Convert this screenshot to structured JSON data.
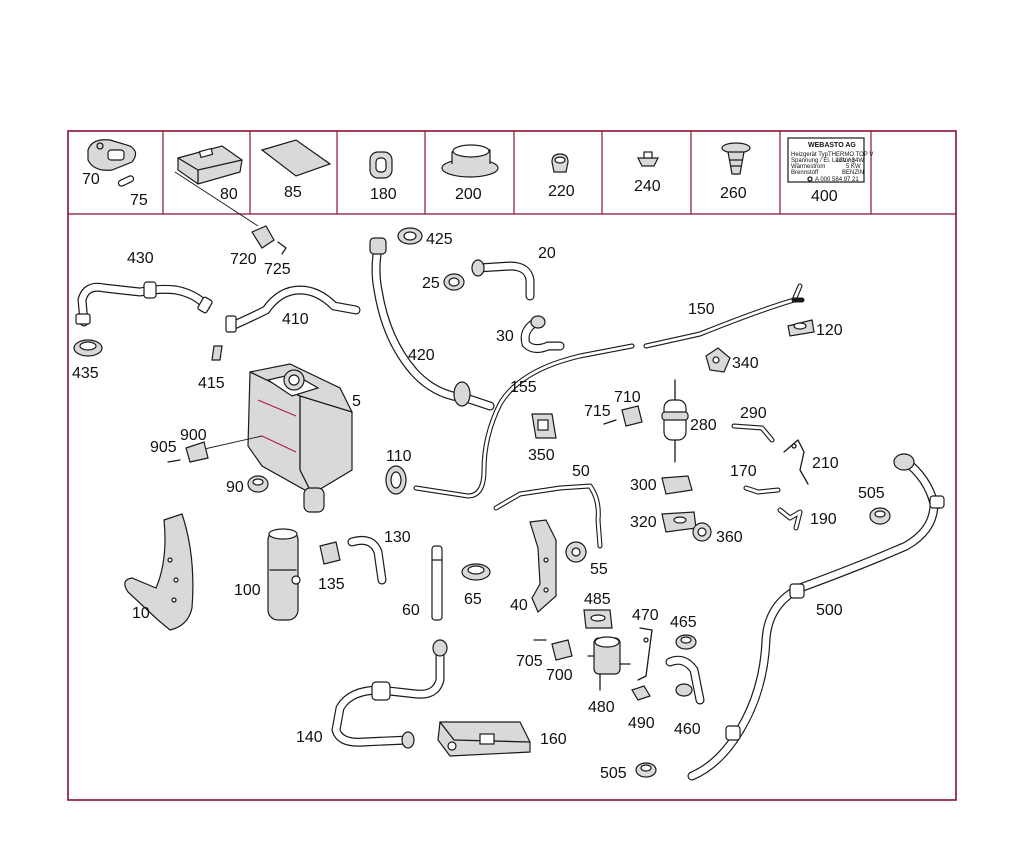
{
  "callouts": {
    "c70": "70",
    "c75": "75",
    "c80": "80",
    "c85": "85",
    "c180": "180",
    "c200": "200",
    "c220": "220",
    "c240": "240",
    "c260": "260",
    "c400": "400",
    "c720": "720",
    "c725": "725",
    "c430": "430",
    "c435": "435",
    "c410": "410",
    "c415": "415",
    "c425": "425",
    "c25": "25",
    "c20": "20",
    "c30": "30",
    "c420": "420",
    "c150": "150",
    "c120": "120",
    "c340": "340",
    "c155": "155",
    "c5": "5",
    "c905": "905",
    "c900": "900",
    "c90": "90",
    "c110": "110",
    "c715": "715",
    "c710": "710",
    "c280": "280",
    "c290": "290",
    "c350": "350",
    "c170": "170",
    "c210": "210",
    "c505a": "505",
    "c300": "300",
    "c190": "190",
    "c320": "320",
    "c360": "360",
    "c50": "50",
    "c10": "10",
    "c100": "100",
    "c135": "135",
    "c130": "130",
    "c60": "60",
    "c65": "65",
    "c40": "40",
    "c55": "55",
    "c485": "485",
    "c470": "470",
    "c465": "465",
    "c500": "500",
    "c705": "705",
    "c700": "700",
    "c480": "480",
    "c490": "490",
    "c460": "460",
    "c140": "140",
    "c160": "160",
    "c505b": "505"
  },
  "label_400": {
    "title": "WEBASTO AG",
    "line1_left": "Heizgerät Typ",
    "line1_right": "THERMO TOP V",
    "line2_left": "Spannung / El. Leistung",
    "line2_right": "12V / 34W",
    "line3_left": "Wärmestrom",
    "line3_right": "5 KW",
    "line4_left": "Brennstoff",
    "line4_right": "BENZIN",
    "part_no": "A 000 584 97 21"
  }
}
